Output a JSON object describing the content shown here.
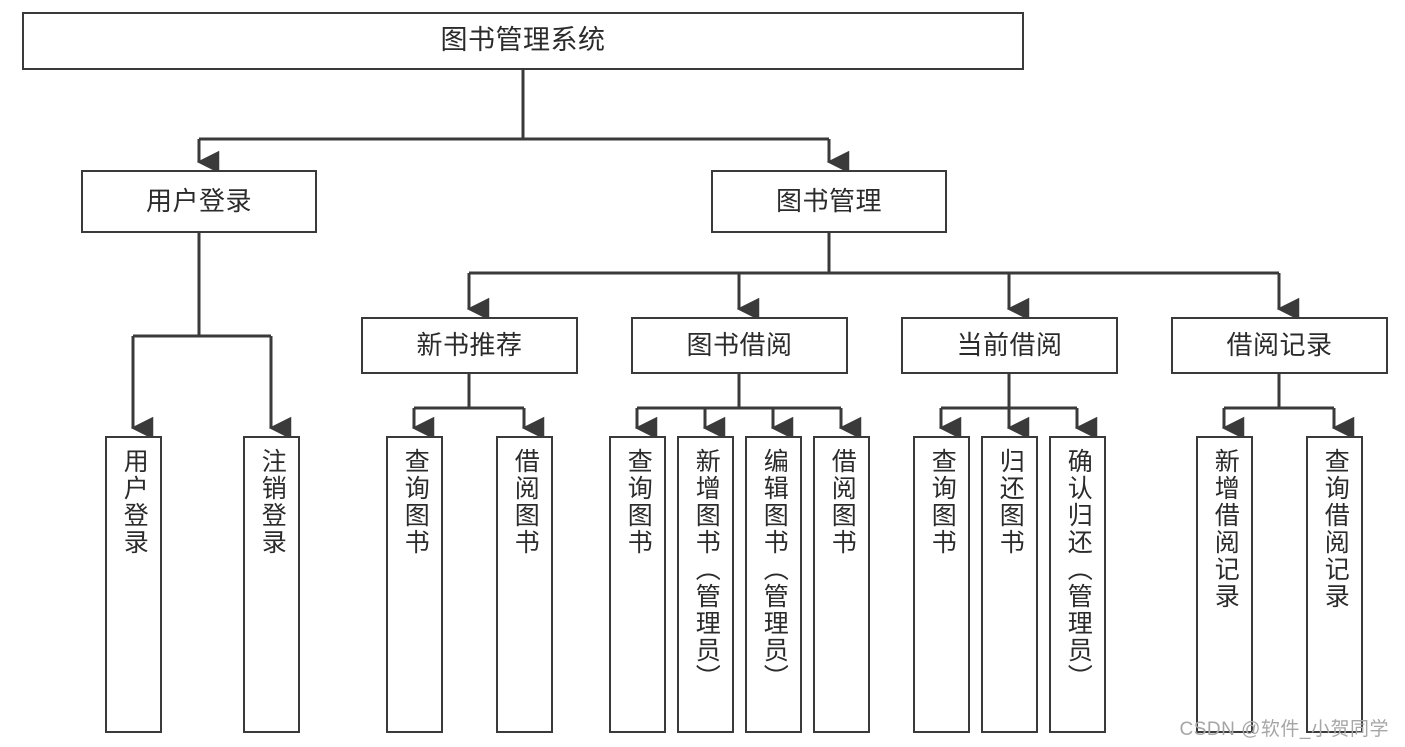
{
  "diagram": {
    "type": "tree-hierarchy",
    "title": "图书管理系统",
    "watermark": "CSDN @软件_小贺同学",
    "colors": {
      "box_border": "#3a3a3a",
      "box_fill": "#ffffff",
      "connector": "#3a3a3a",
      "text": "#2b2b2b",
      "watermark": "#a6a6a6"
    },
    "root": {
      "label": "图书管理系统"
    },
    "level2": [
      {
        "label": "用户登录"
      },
      {
        "label": "图书管理"
      }
    ],
    "level3": [
      {
        "label": "新书推荐"
      },
      {
        "label": "图书借阅"
      },
      {
        "label": "当前借阅"
      },
      {
        "label": "借阅记录"
      }
    ],
    "leaves": {
      "user_login": [
        {
          "label": "用户登录"
        },
        {
          "label": "注销登录"
        }
      ],
      "new_book_recommend": [
        {
          "label": "查询图书"
        },
        {
          "label": "借阅图书"
        }
      ],
      "book_borrow": [
        {
          "label": "查询图书"
        },
        {
          "label": "新增图书（管理员）"
        },
        {
          "label": "编辑图书（管理员）"
        },
        {
          "label": "借阅图书"
        }
      ],
      "current_borrow": [
        {
          "label": "查询图书"
        },
        {
          "label": "归还图书"
        },
        {
          "label": "确认归还（管理员）"
        }
      ],
      "borrow_record": [
        {
          "label": "新增借阅记录"
        },
        {
          "label": "查询借阅记录"
        }
      ]
    }
  }
}
